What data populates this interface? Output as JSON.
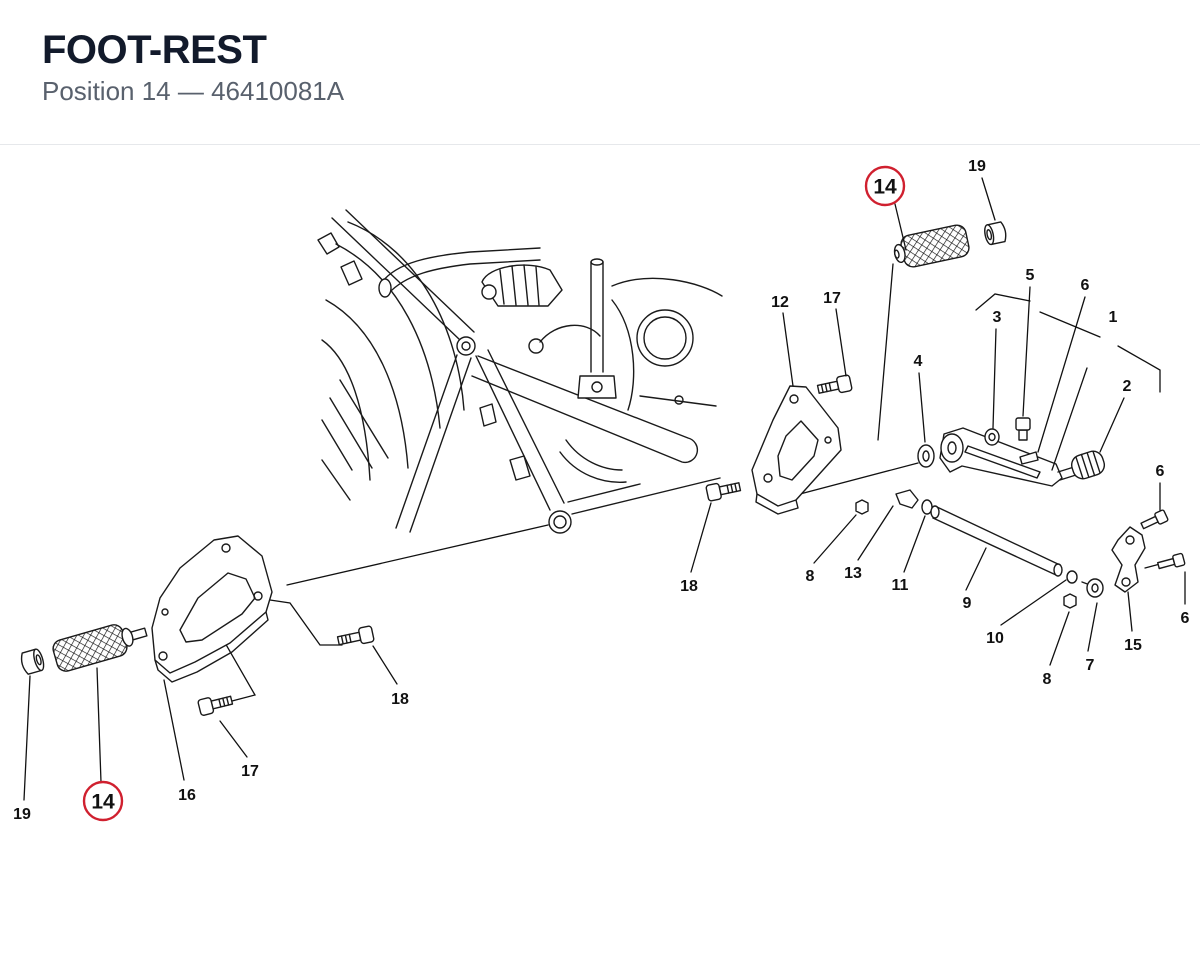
{
  "title": "FOOT-REST",
  "subtitle": "Position 14 — 46410081A",
  "highlight_color": "#d0202f",
  "callouts": [
    {
      "label": "14",
      "highlighted": true
    },
    {
      "label": "19",
      "highlighted": false
    },
    {
      "label": "12",
      "highlighted": false
    },
    {
      "label": "17",
      "highlighted": false
    },
    {
      "label": "5",
      "highlighted": false
    },
    {
      "label": "6",
      "highlighted": false
    },
    {
      "label": "3",
      "highlighted": false
    },
    {
      "label": "1",
      "highlighted": false
    },
    {
      "label": "4",
      "highlighted": false
    },
    {
      "label": "2",
      "highlighted": false
    },
    {
      "label": "6",
      "highlighted": false
    },
    {
      "label": "18",
      "highlighted": false
    },
    {
      "label": "8",
      "highlighted": false
    },
    {
      "label": "13",
      "highlighted": false
    },
    {
      "label": "11",
      "highlighted": false
    },
    {
      "label": "9",
      "highlighted": false
    },
    {
      "label": "6",
      "highlighted": false
    },
    {
      "label": "10",
      "highlighted": false
    },
    {
      "label": "15",
      "highlighted": false
    },
    {
      "label": "7",
      "highlighted": false
    },
    {
      "label": "8",
      "highlighted": false
    },
    {
      "label": "18",
      "highlighted": false
    },
    {
      "label": "17",
      "highlighted": false
    },
    {
      "label": "16",
      "highlighted": false
    },
    {
      "label": "14",
      "highlighted": true
    },
    {
      "label": "19",
      "highlighted": false
    }
  ]
}
